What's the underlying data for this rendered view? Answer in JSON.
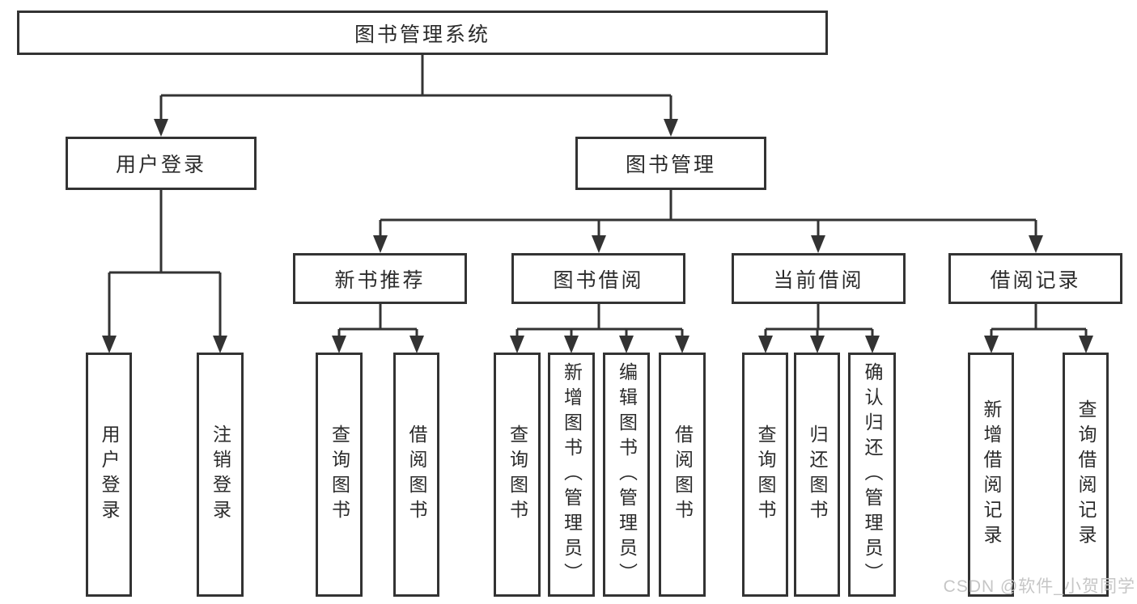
{
  "diagram": {
    "type": "hierarchy-tree",
    "root": {
      "label": "图书管理系统"
    },
    "branches": [
      {
        "label": "用户登录",
        "leaves": [
          {
            "label": "用户登录"
          },
          {
            "label": "注销登录"
          }
        ]
      },
      {
        "label": "图书管理",
        "groups": [
          {
            "label": "新书推荐",
            "leaves": [
              {
                "label": "查询图书"
              },
              {
                "label": "借阅图书"
              }
            ]
          },
          {
            "label": "图书借阅",
            "leaves": [
              {
                "label": "查询图书"
              },
              {
                "label": "新增图书（管理员）"
              },
              {
                "label": "编辑图书（管理员）"
              },
              {
                "label": "借阅图书"
              }
            ]
          },
          {
            "label": "当前借阅",
            "leaves": [
              {
                "label": "查询图书"
              },
              {
                "label": "归还图书"
              },
              {
                "label": "确认归还（管理员）"
              }
            ]
          },
          {
            "label": "借阅记录",
            "leaves": [
              {
                "label": "新增借阅记录"
              },
              {
                "label": "查询借阅记录"
              }
            ]
          }
        ]
      }
    ]
  },
  "watermark": {
    "text": "CSDN @软件_小贺同学"
  },
  "colors": {
    "line": "#333333",
    "fill": "#ffffff",
    "ink": "#2b2b2b",
    "watermark": "#c6c6c6"
  }
}
